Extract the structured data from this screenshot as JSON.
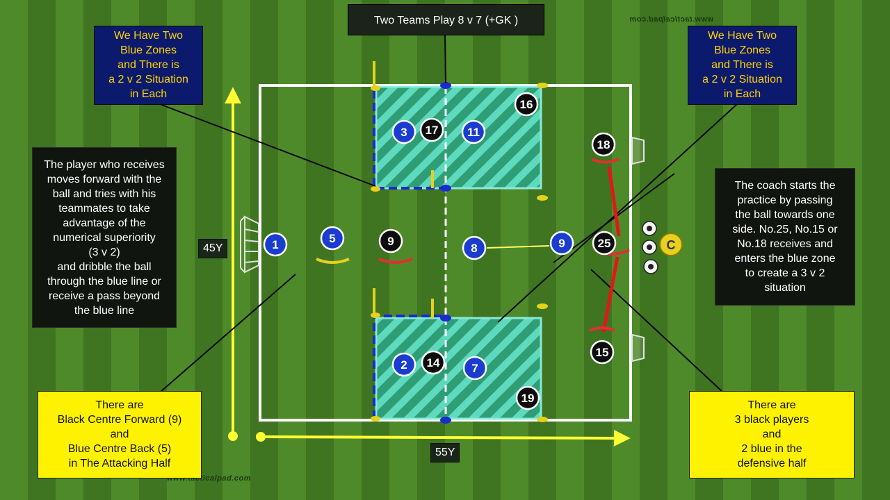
{
  "title": "Two Teams Play 8 v 7 (+GK )",
  "watermark_top": "www.tacticalpad.com",
  "watermark_bottom": "www.tacticalpad.com",
  "dimensions": {
    "width_label": "55Y",
    "height_label": "45Y"
  },
  "notes": {
    "blue_zones_left": [
      "We Have Two",
      "Blue Zones",
      "and There is",
      "a 2 v 2 Situation",
      "in Each"
    ],
    "blue_zones_right": [
      "We Have Two",
      "Blue Zones",
      "and There is",
      "a 2 v 2 Situation",
      "in Each"
    ],
    "receiver": [
      "The player who receives",
      "moves forward with the",
      "ball and tries with his",
      "teammates to take",
      "advantage of the",
      "numerical superiority",
      "(3 v 2)",
      "and dribble the ball",
      "through the blue line or",
      "receive a pass beyond",
      "the blue line"
    ],
    "coach": [
      "The coach starts the",
      "practice by passing",
      "the ball towards one",
      "side. No.25, No.15 or",
      "No.18 receives and",
      "enters the blue zone",
      "to create a 3 v 2",
      "situation"
    ],
    "attacking_half": [
      "There are",
      "Black Centre Forward (9)",
      "and",
      "Blue Centre Back (5)",
      "in The Attacking Half"
    ],
    "defensive_half": [
      "There are",
      "3 black players",
      "and",
      "2 blue in the",
      "defensive half"
    ]
  },
  "players": {
    "blue": [
      "1",
      "5",
      "3",
      "11",
      "8",
      "9",
      "2",
      "7"
    ],
    "black": [
      "9",
      "17",
      "16",
      "18",
      "25",
      "15",
      "14",
      "19"
    ]
  },
  "coach_label": "C",
  "colors": {
    "blue_player": "#1a3ccf",
    "black_player": "#0d0d0d",
    "zone": "#3fd6c0",
    "pitch_line": "#ffffff",
    "arrow": "#ffff33",
    "note_navy": "#0c1a6e",
    "note_yellow": "#fff200"
  }
}
